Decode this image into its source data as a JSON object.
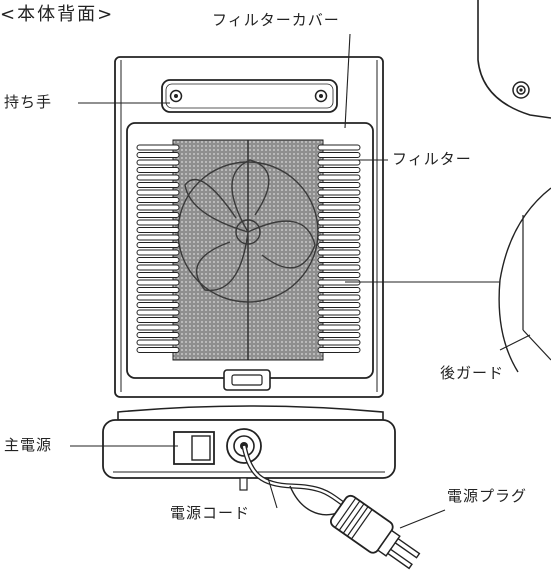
{
  "title": "<本体背面>",
  "labels": {
    "filter_cover": "フィルターカバー",
    "handle": "持ち手",
    "filter": "フィルター",
    "rear_guard": "後ガード",
    "main_power": "主電源",
    "power_cord": "電源コード",
    "power_plug": "電源プラグ"
  },
  "colors": {
    "line": "#1a1a1a",
    "filter_mesh": "#9a9a9a",
    "background": "#ffffff"
  }
}
